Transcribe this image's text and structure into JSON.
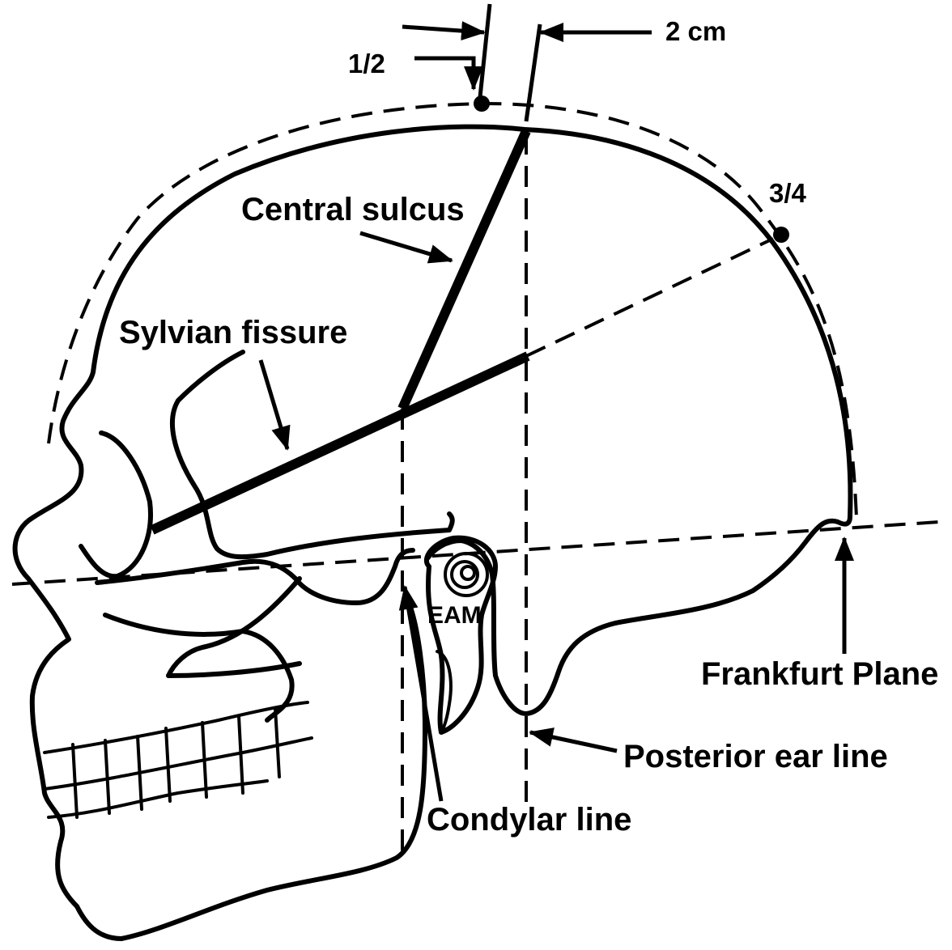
{
  "labels": {
    "half": "1/2",
    "two_cm": "2 cm",
    "three_quarter": "3/4",
    "central_sulcus": "Central sulcus",
    "sylvian_fissure": "Sylvian fissure",
    "eam": "EAM",
    "frankfurt_plane": "Frankfurt Plane",
    "posterior_ear_line": "Posterior ear line",
    "condylar_line": "Condylar line"
  },
  "colors": {
    "ink": "#000000",
    "background": "#ffffff"
  }
}
